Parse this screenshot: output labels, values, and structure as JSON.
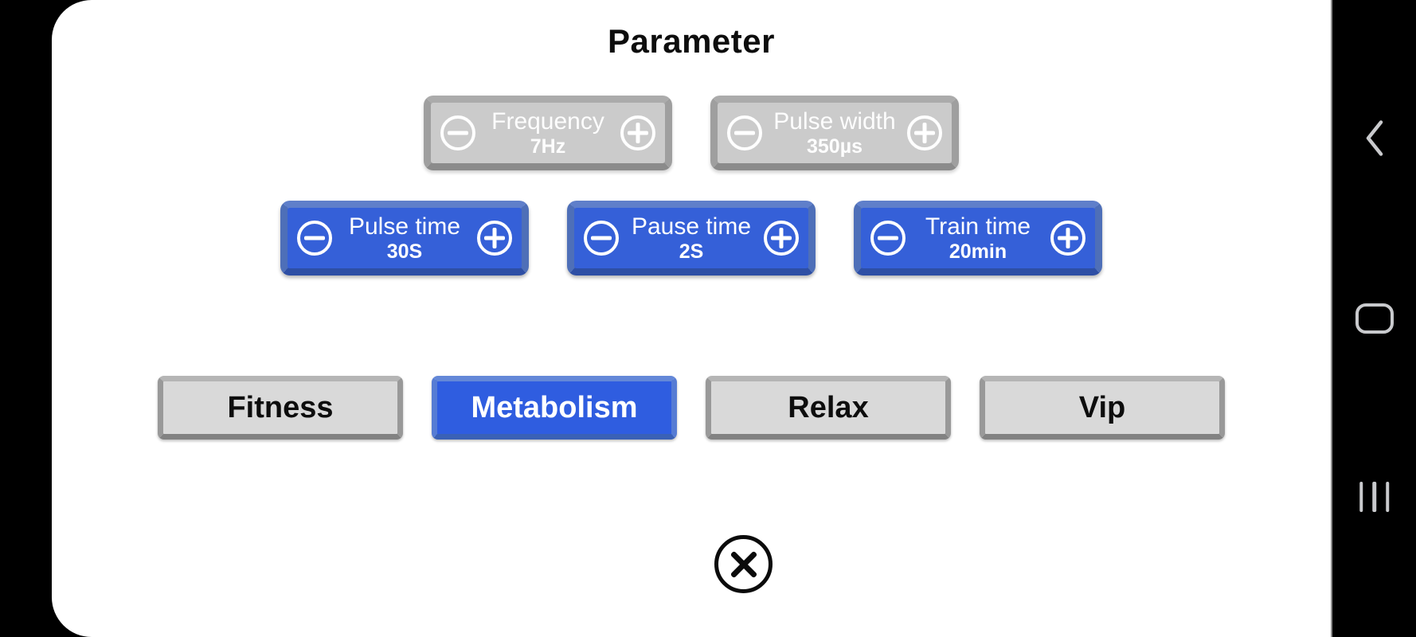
{
  "title": "Parameter",
  "colors": {
    "accent_blue": "#3560d8",
    "selected_mode_blue": "#2f5de0",
    "disabled_gray_fill": "#cbcbcb",
    "mode_gray_fill": "#d9d9d9",
    "nav_icon_gray": "#c9cacd",
    "background": "#000000",
    "content_background": "#ffffff"
  },
  "parameters": {
    "row1": [
      {
        "label": "Frequency",
        "value": "7Hz",
        "enabled": false
      },
      {
        "label": "Pulse width",
        "value": "350µs",
        "enabled": false
      }
    ],
    "row2": [
      {
        "label": "Pulse time",
        "value": "30S",
        "enabled": true
      },
      {
        "label": "Pause time",
        "value": "2S",
        "enabled": true
      },
      {
        "label": "Train time",
        "value": "20min",
        "enabled": true
      }
    ]
  },
  "modes": [
    {
      "label": "Fitness",
      "selected": false
    },
    {
      "label": "Metabolism",
      "selected": true
    },
    {
      "label": "Relax",
      "selected": false
    },
    {
      "label": "Vip",
      "selected": false
    }
  ],
  "nav_bar": {
    "icons": [
      "back",
      "home",
      "recents"
    ]
  }
}
